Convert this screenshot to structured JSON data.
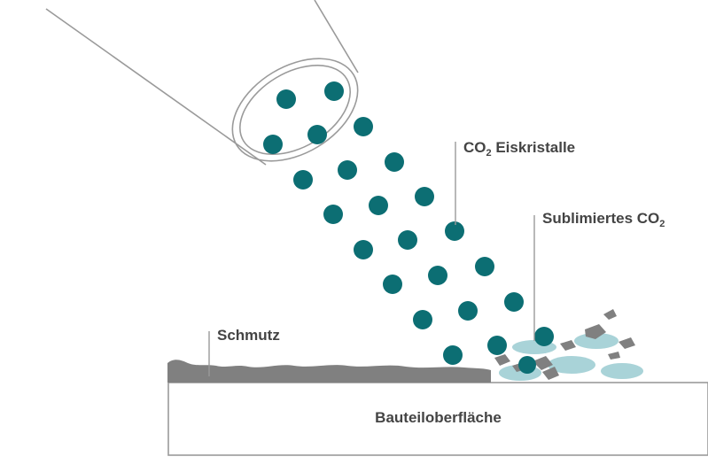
{
  "labels": {
    "co2_crystals_prefix": "CO",
    "co2_crystals_sub": "2",
    "co2_crystals_suffix": " Eiskristalle",
    "sublimated_prefix": "Sublimiertes CO",
    "sublimated_sub": "2",
    "dirt": "Schmutz",
    "surface": "Bauteiloberfläche"
  },
  "colors": {
    "crystal": "#0c6e73",
    "sublimated": "#a9d3d8",
    "dirt": "#808080",
    "outline": "#9a9a9a",
    "text": "#444444"
  }
}
